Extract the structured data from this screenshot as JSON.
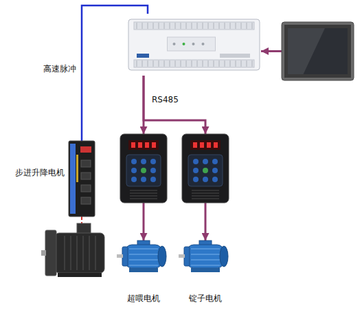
{
  "diagram": {
    "nodes": [
      {
        "text": []
      },
      {
        "text": []
      },
      {
        "text": [
          "步进升降电机"
        ]
      },
      {
        "text": []
      },
      {
        "text": []
      },
      {
        "text": []
      },
      {
        "text": [
          "超喂电机"
        ]
      },
      {
        "text": [
          "锭子电机"
        ]
      }
    ],
    "edges": [
      {
        "from": 0,
        "to": 2,
        "arrow": "none",
        "label": "高速脉冲"
      },
      {
        "from": 1,
        "to": 0,
        "arrow": "to"
      },
      {
        "from": 0,
        "to": 3,
        "arrow": "to",
        "label": "RS485"
      },
      {
        "from": 0,
        "to": 4,
        "arrow": "to"
      },
      {
        "from": 2,
        "to": 5,
        "arrow": "none"
      },
      {
        "from": 3,
        "to": 6,
        "arrow": "to"
      },
      {
        "from": 4,
        "to": 7,
        "arrow": "to"
      }
    ]
  }
}
